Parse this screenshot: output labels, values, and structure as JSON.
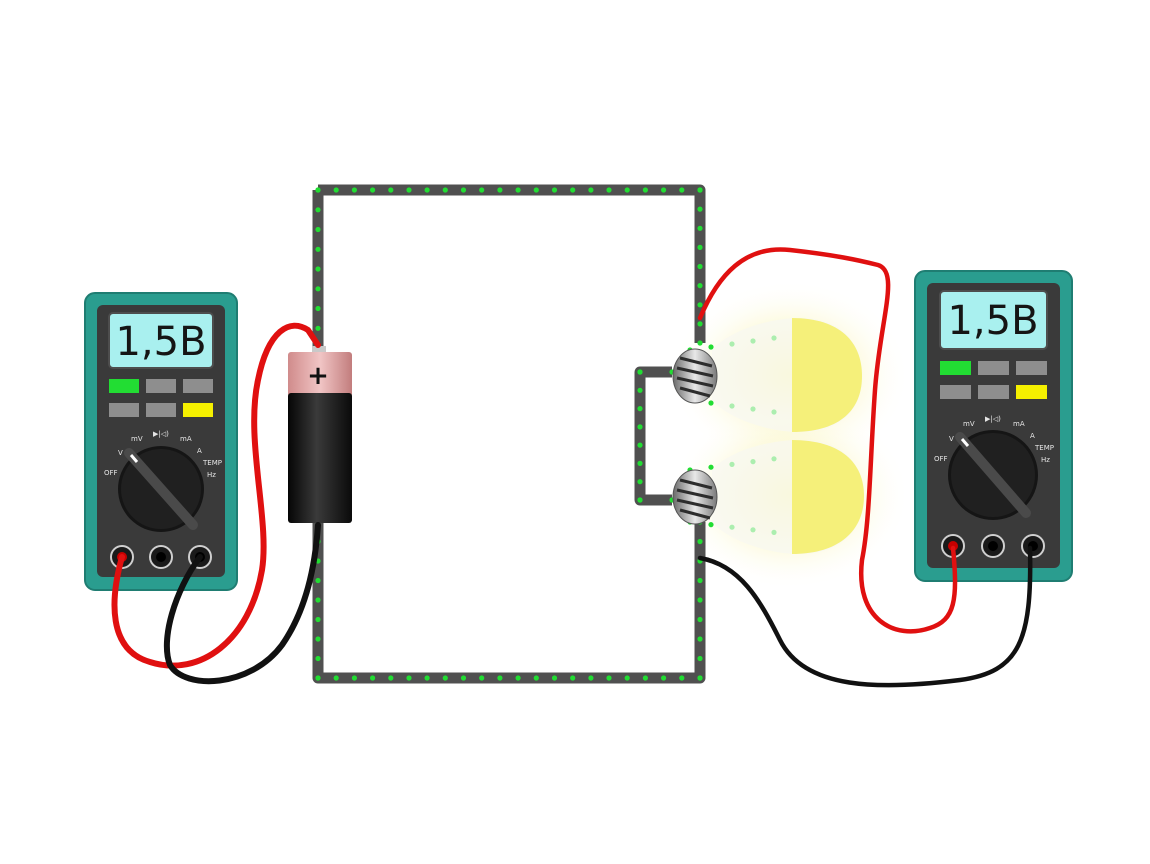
{
  "multimeter_left": {
    "display": "1,5B",
    "dial_labels": {
      "off": "OFF",
      "v": "V",
      "mv": "mV",
      "diode": "▶|◁)",
      "ma": "mA",
      "a": "A",
      "temp": "TEMP",
      "hz": "Hz"
    }
  },
  "multimeter_right": {
    "display": "1,5B",
    "dial_labels": {
      "off": "OFF",
      "v": "V",
      "mv": "mV",
      "diode": "▶|◁)",
      "ma": "mA",
      "a": "A",
      "temp": "TEMP",
      "hz": "Hz"
    }
  },
  "battery": {
    "terminal_symbol": "+"
  },
  "colors": {
    "multimeter_body": "#2a9d8f",
    "multimeter_face": "#3a3a3a",
    "lcd": "#a9f0ef",
    "wire_red": "#e01010",
    "wire_black": "#111111",
    "circuit_wire": "#505050",
    "current_dots": "#22dd33",
    "bulb_glow": "#f5f07a",
    "button_green": "#22dd33",
    "button_yellow": "#f5f000"
  }
}
